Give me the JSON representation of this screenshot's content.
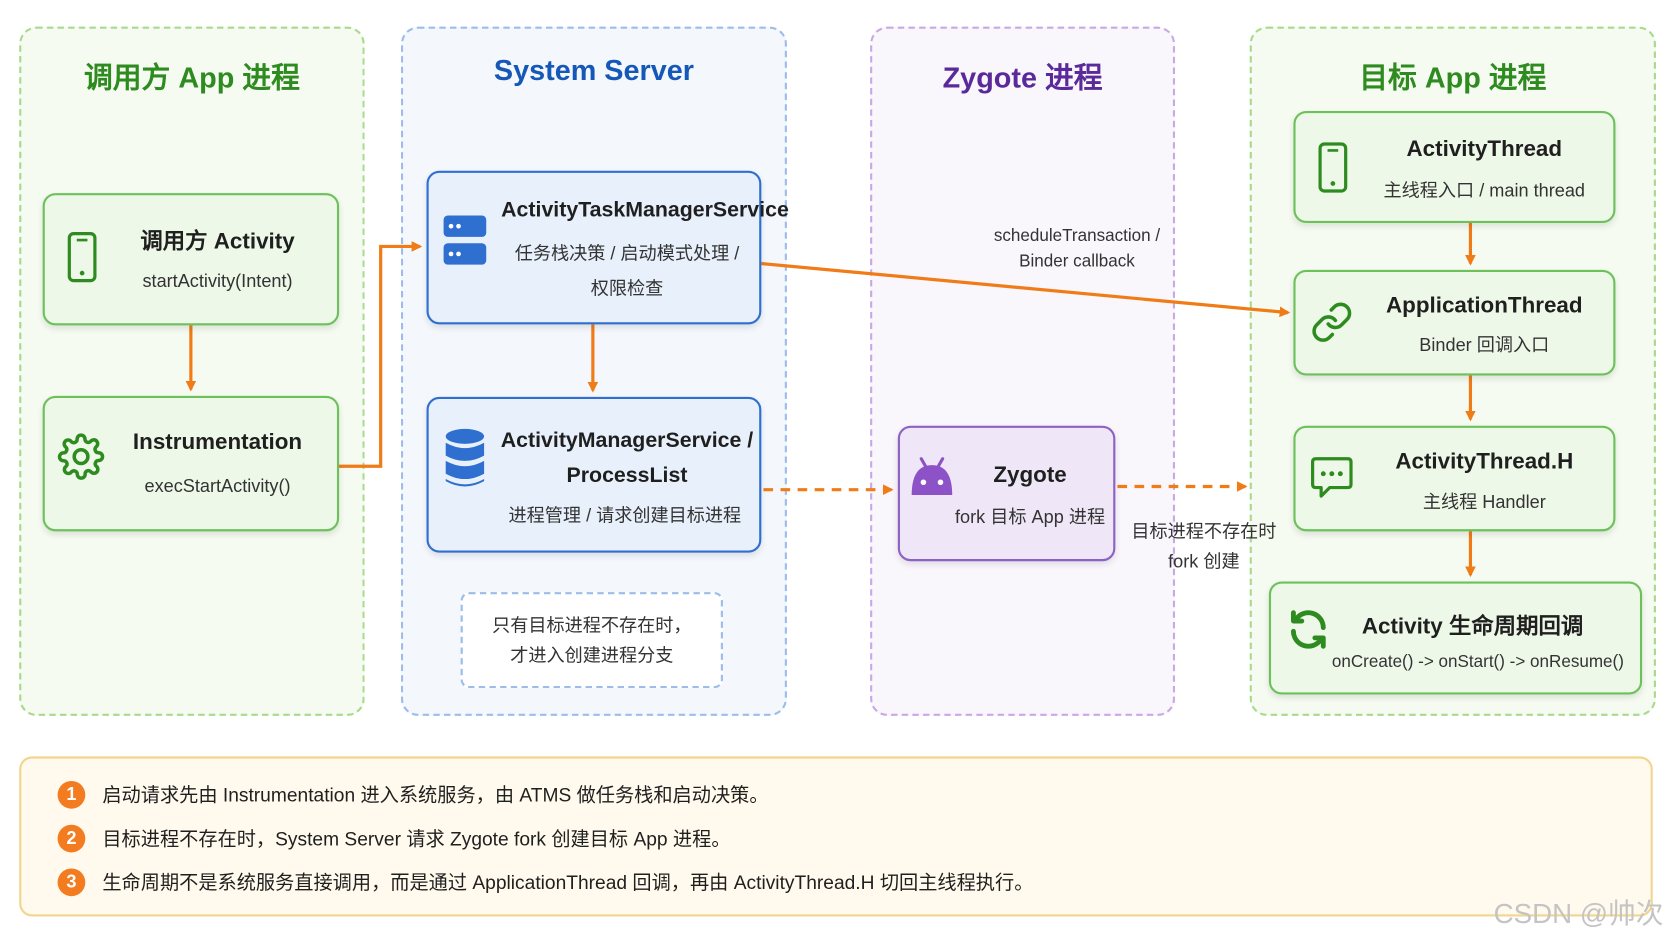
{
  "lanes": {
    "caller": "调用方 App 进程",
    "system": "System Server",
    "zygote": "Zygote 进程",
    "target": "目标 App 进程"
  },
  "colors": {
    "arrow": "#F07C18",
    "green_title": "#2E8B1F",
    "blue_title": "#1658B8",
    "purple_title": "#5A2A9A"
  },
  "nodes": {
    "caller_activity": {
      "title": "调用方 Activity",
      "sub": "startActivity(Intent)",
      "icon": "phone-icon"
    },
    "instrumentation": {
      "title": "Instrumentation",
      "sub": "execStartActivity()",
      "icon": "gear-icon"
    },
    "atms": {
      "title": "ActivityTaskManagerService",
      "sub1": "任务栈决策 / 启动模式处理 /",
      "sub2": "权限检查",
      "icon": "server-icon"
    },
    "ams": {
      "title1": "ActivityManagerService /",
      "title2": "ProcessList",
      "sub": "进程管理 / 请求创建目标进程",
      "icon": "database-icon"
    },
    "zygote": {
      "title": "Zygote",
      "sub": "fork 目标 App 进程",
      "icon": "android-icon"
    },
    "activity_thread": {
      "title": "ActivityThread",
      "sub": "主线程入口 / main thread",
      "icon": "phone-icon"
    },
    "application_thread": {
      "title": "ApplicationThread",
      "sub": "Binder 回调入口",
      "icon": "link-icon"
    },
    "handler": {
      "title": "ActivityThread.H",
      "sub": "主线程 Handler",
      "icon": "chat-icon"
    },
    "lifecycle": {
      "title": "Activity 生命周期回调",
      "sub": "onCreate() -> onStart() -> onResume()",
      "icon": "refresh-icon"
    }
  },
  "note": {
    "line1": "只有目标进程不存在时，",
    "line2": "才进入创建进程分支"
  },
  "labels": {
    "schedule1": "scheduleTransaction /",
    "schedule2": "Binder callback",
    "fork1": "目标进程不存在时",
    "fork2": "fork 创建"
  },
  "summary": [
    {
      "num": "1",
      "text": "启动请求先由 Instrumentation 进入系统服务，由 ATMS 做任务栈和启动决策。"
    },
    {
      "num": "2",
      "text": "目标进程不存在时，System Server 请求 Zygote fork 创建目标 App 进程。"
    },
    {
      "num": "3",
      "text": "生命周期不是系统服务直接调用，而是通过 ApplicationThread 回调，再由 ActivityThread.H 切回主线程执行。"
    }
  ],
  "watermark": "CSDN @帅次"
}
